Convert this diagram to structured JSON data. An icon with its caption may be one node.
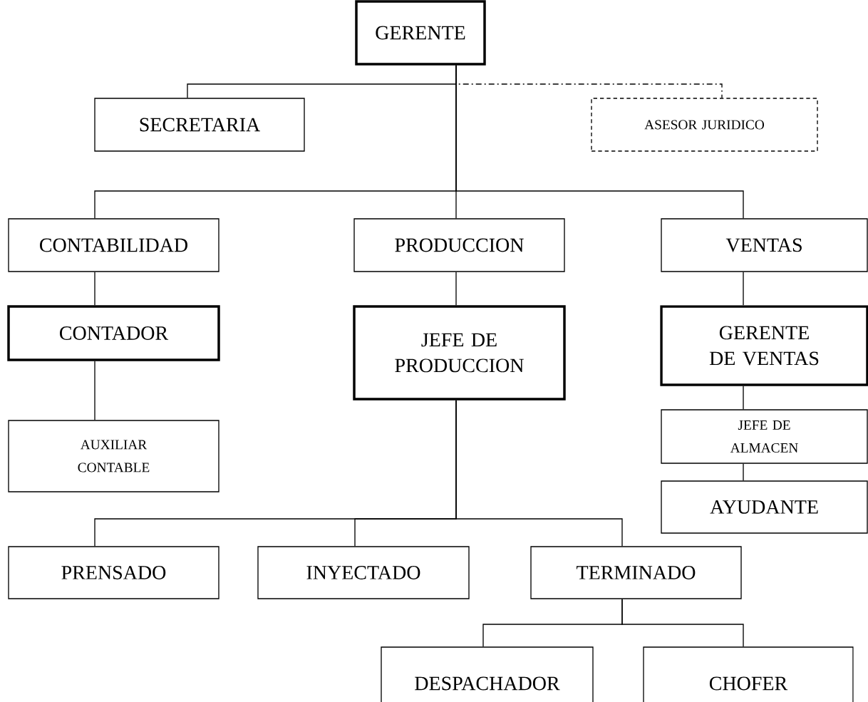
{
  "diagram": {
    "nodes": [
      {
        "text": [
          "GERENTE"
        ]
      },
      {
        "text": [
          "SECRETARIA"
        ]
      },
      {
        "text": [
          "ASESOR JURIDICO"
        ]
      },
      {
        "text": [
          "CONTABILIDAD"
        ]
      },
      {
        "text": [
          "PRODUCCION"
        ]
      },
      {
        "text": [
          "VENTAS"
        ]
      },
      {
        "text": [
          "CONTADOR"
        ]
      },
      {
        "text": [
          "JEFE DE PRODUCCION"
        ]
      },
      {
        "text": [
          "GERENTE DE VENTAS"
        ]
      },
      {
        "text": [
          "AUXILIAR CONTABLE"
        ]
      },
      {
        "text": [
          "JEFE DE ALMACEN"
        ]
      },
      {
        "text": [
          "AYUDANTE"
        ]
      },
      {
        "text": [
          "PRENSADO"
        ]
      },
      {
        "text": [
          "INYECTADO"
        ]
      },
      {
        "text": [
          "TERMINADO"
        ]
      },
      {
        "text": [
          "DESPACHADOR"
        ]
      },
      {
        "text": [
          "CHOFER"
        ]
      }
    ],
    "edges": [
      {
        "from": 0,
        "to": 1,
        "arrow": "none"
      },
      {
        "from": 0,
        "to": 2,
        "arrow": "none",
        "style": "dashed"
      },
      {
        "from": 0,
        "to": 3,
        "arrow": "none"
      },
      {
        "from": 0,
        "to": 4,
        "arrow": "none"
      },
      {
        "from": 0,
        "to": 5,
        "arrow": "none"
      },
      {
        "from": 3,
        "to": 6,
        "arrow": "none"
      },
      {
        "from": 6,
        "to": 9,
        "arrow": "none"
      },
      {
        "from": 4,
        "to": 7,
        "arrow": "none"
      },
      {
        "from": 5,
        "to": 8,
        "arrow": "none"
      },
      {
        "from": 8,
        "to": 10,
        "arrow": "none"
      },
      {
        "from": 10,
        "to": 11,
        "arrow": "none"
      },
      {
        "from": 7,
        "to": 12,
        "arrow": "none"
      },
      {
        "from": 7,
        "to": 13,
        "arrow": "none"
      },
      {
        "from": 7,
        "to": 14,
        "arrow": "none"
      },
      {
        "from": 14,
        "to": 15,
        "arrow": "none"
      },
      {
        "from": 14,
        "to": 16,
        "arrow": "none"
      }
    ]
  }
}
